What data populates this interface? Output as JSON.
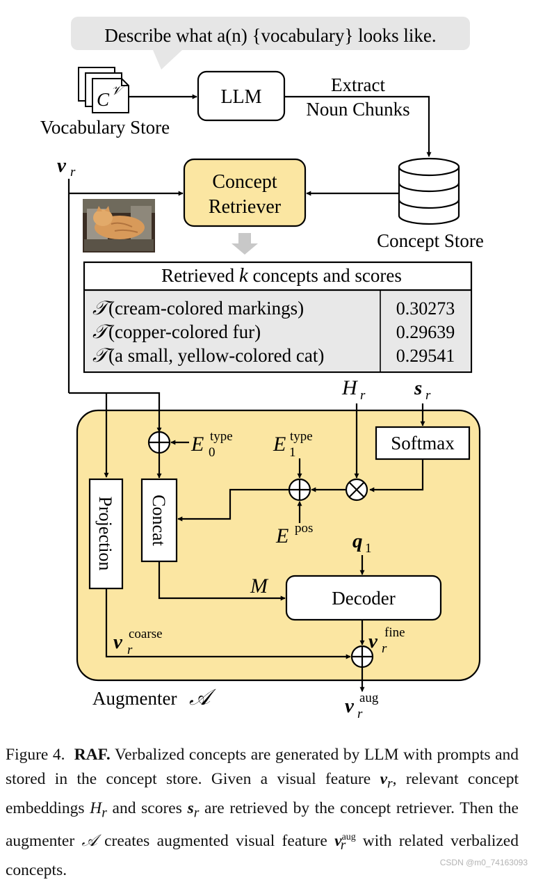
{
  "prompt": {
    "text": "Describe what a(n) {vocabulary} looks like."
  },
  "vocabulary_store": {
    "symbol": "C",
    "superscript": "𝒱",
    "label": "Vocabulary Store"
  },
  "llm": {
    "label": "LLM"
  },
  "extract": {
    "line1": "Extract",
    "line2": "Noun Chunks"
  },
  "concept_store": {
    "label": "Concept Store"
  },
  "concept_retriever": {
    "line1": "Concept",
    "line2": "Retriever"
  },
  "visual_input": {
    "symbol": "v",
    "subscript": "r"
  },
  "retrieved_table": {
    "header_pre": "Retrieved",
    "header_k": "k",
    "header_post": "concepts and scores",
    "rows": [
      {
        "symbol": "𝒯",
        "concept": "(cream-colored markings)",
        "score": "0.30273"
      },
      {
        "symbol": "𝒯",
        "concept": "(copper-colored fur)",
        "score": "0.29639"
      },
      {
        "symbol": "𝒯",
        "concept": "(a small, yellow-colored cat)",
        "score": "0.29541"
      }
    ]
  },
  "inputs": {
    "h": {
      "symbol": "H",
      "subscript": "r"
    },
    "s": {
      "symbol": "s",
      "subscript": "r"
    },
    "q": {
      "symbol": "q",
      "subscript": "1"
    }
  },
  "embeddings": {
    "e0": {
      "symbol": "E",
      "superscript": "type",
      "subscript": "0"
    },
    "e1": {
      "symbol": "E",
      "superscript": "type",
      "subscript": "1"
    },
    "epos": {
      "symbol": "E",
      "superscript": "pos"
    }
  },
  "blocks": {
    "softmax": "Softmax",
    "projection": "Projection",
    "concat": "Concat",
    "decoder": "Decoder",
    "m_label": "M"
  },
  "outputs": {
    "coarse": {
      "symbol": "v",
      "superscript": "coarse",
      "subscript": "r"
    },
    "fine": {
      "symbol": "v",
      "superscript": "fine",
      "subscript": "r"
    },
    "aug": {
      "symbol": "v",
      "superscript": "aug",
      "subscript": "r"
    }
  },
  "augmenter": {
    "label": "Augmenter",
    "symbol": "𝒜"
  },
  "caption": {
    "fig": "Figure 4.",
    "title": "RAF.",
    "t1": " Verbalized concepts are generated by LLM with prompts and stored in the concept store. Given a visual feature ",
    "m_v": "v",
    "m_v_sub": "r",
    "t2": ", relevant concept embeddings ",
    "m_h": "H",
    "m_h_sub": "r",
    "t3": " and scores ",
    "m_s": "s",
    "m_s_sub": "r",
    "t4": " are retrieved by the concept retriever. Then the augmenter ",
    "m_a": "𝒜",
    "t5": " creates augmented visual feature ",
    "m_vaug": "v",
    "m_vaug_sup": "aug",
    "m_vaug_sub": "r",
    "t6": " with related verbalized concepts."
  },
  "watermark": "CSDN @m0_74163093",
  "colors": {
    "accent_fill": "#fbe6a2",
    "box_border": "#000000",
    "prompt_bg": "#e6e6e6",
    "table_row_bg": "#e8e8e8",
    "gray_arrow": "#c8c8c8"
  }
}
